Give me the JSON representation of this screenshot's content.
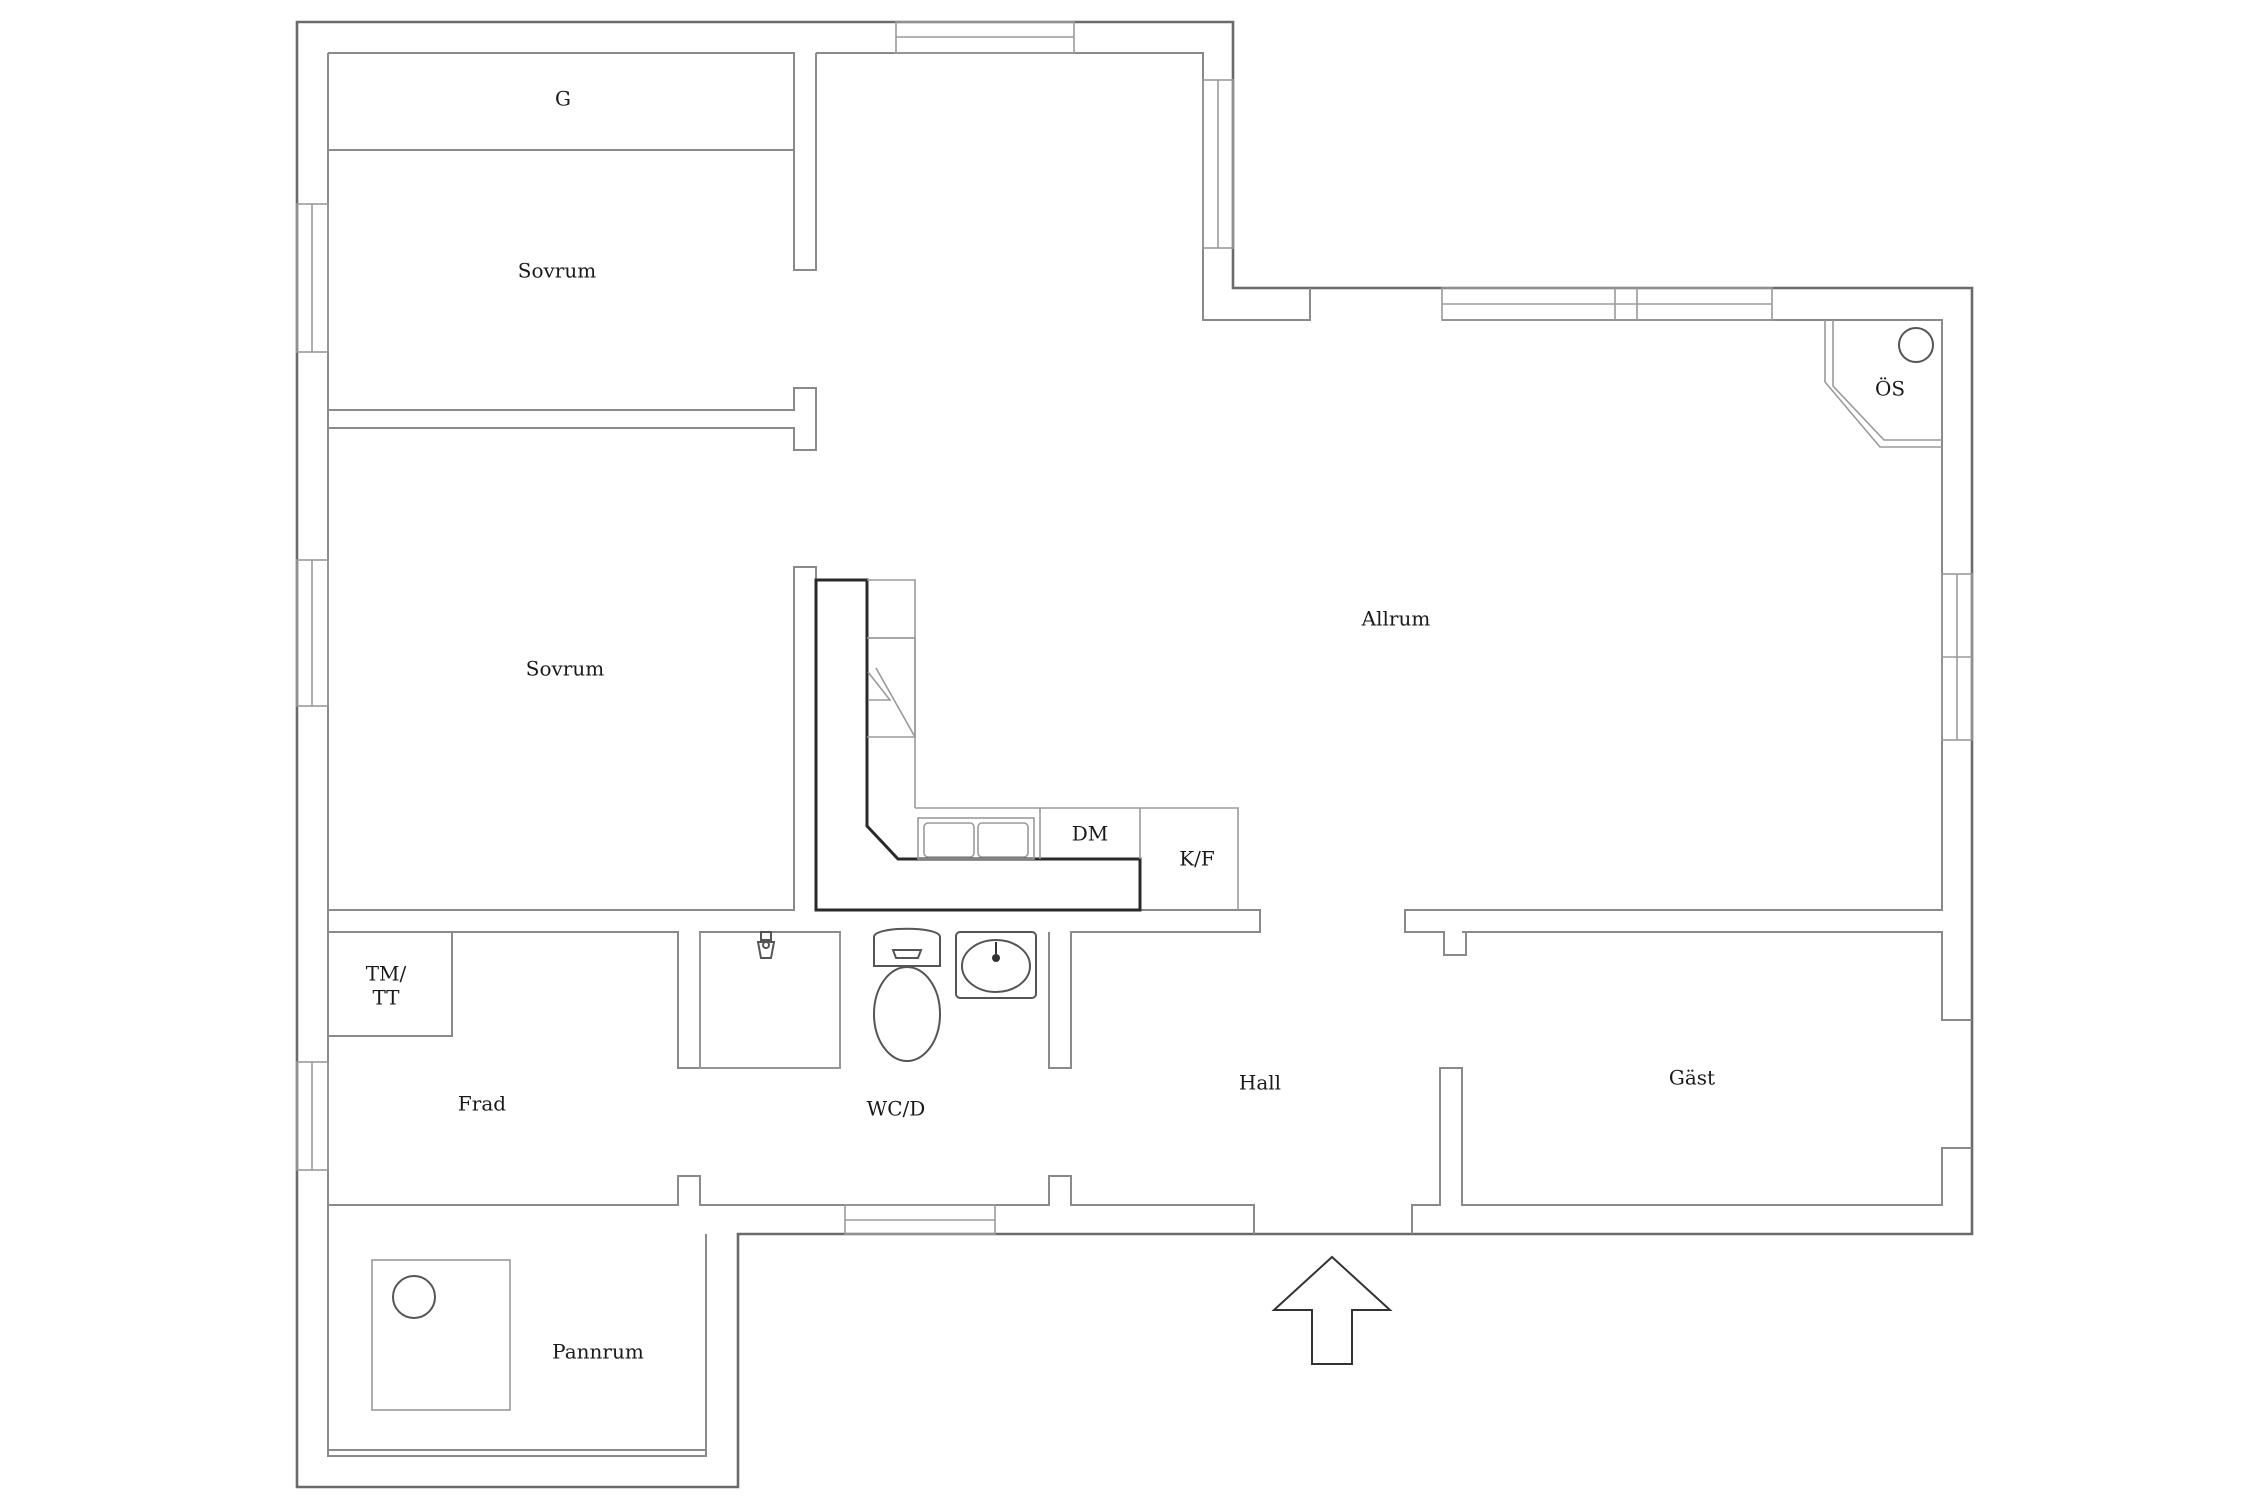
{
  "rooms": {
    "g": "G",
    "sovrum_1": "Sovrum",
    "sovrum_2": "Sovrum",
    "allrum": "Allrum",
    "os": "ÖS",
    "dm": "DM",
    "kf": "K/F",
    "tm_line1": "TM/",
    "tm_line2": "TT",
    "frad": "Frad",
    "wcd": "WC/D",
    "hall": "Hall",
    "gast": "Gäst",
    "pannrum": "Pannrum"
  },
  "colors": {
    "walls": "#8a8a8a",
    "kitchen_counter": "#2a2a2a",
    "background": "#ffffff"
  },
  "icons": [
    "entrance-arrow-icon",
    "toilet-icon",
    "washbasin-icon",
    "shower-icon",
    "sink-icon",
    "stove-icon",
    "boiler-icon"
  ]
}
